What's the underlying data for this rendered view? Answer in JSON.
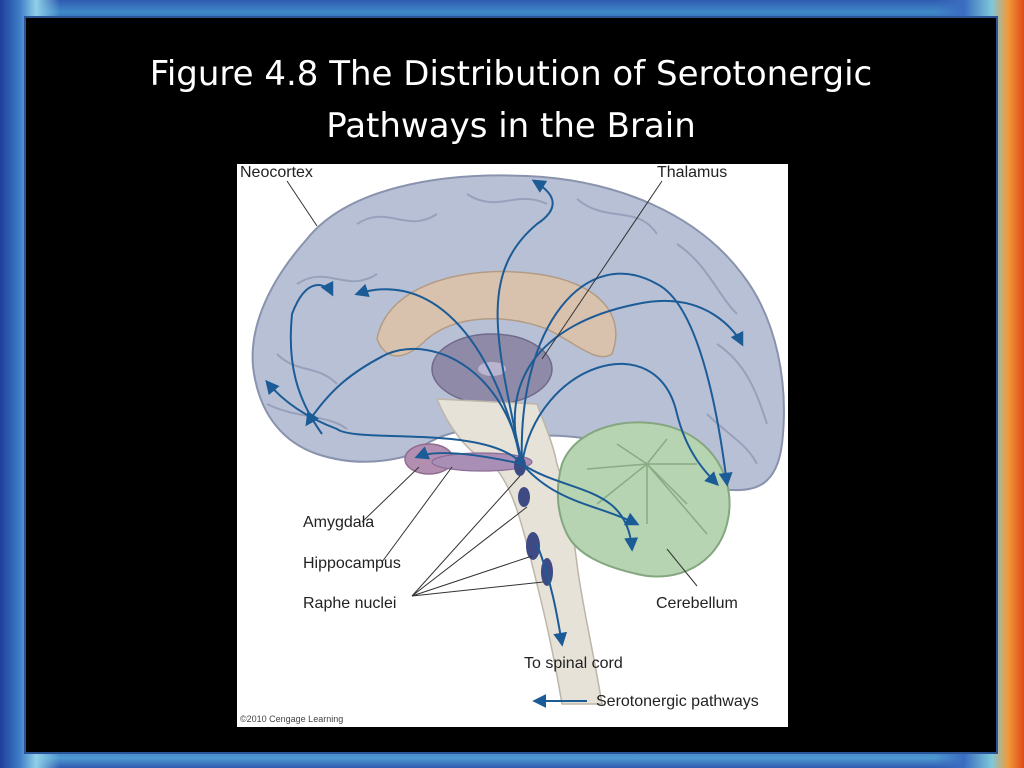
{
  "slide": {
    "title_line1": "Figure 4.8 The Distribution of Serotonergic",
    "title_line2": "Pathways in the Brain"
  },
  "figure": {
    "labels": {
      "neocortex": "Neocortex",
      "thalamus": "Thalamus",
      "amygdala": "Amygdala",
      "hippocampus": "Hippocampus",
      "raphe_nuclei": "Raphe nuclei",
      "cerebellum": "Cerebellum",
      "spinal_cord": "To spinal cord",
      "legend": "Serotonergic pathways"
    },
    "copyright": "©2010 Cengage Learning",
    "colors": {
      "cortex": "#b8c0d6",
      "pathway": "#1c5c96",
      "cerebellum": "#b7d4b2",
      "corpus_callosum": "#d9c2ad",
      "thalamus": "#8f8aa8",
      "amygdala": "#b28fb0",
      "raphe": "#3e4a84"
    }
  }
}
